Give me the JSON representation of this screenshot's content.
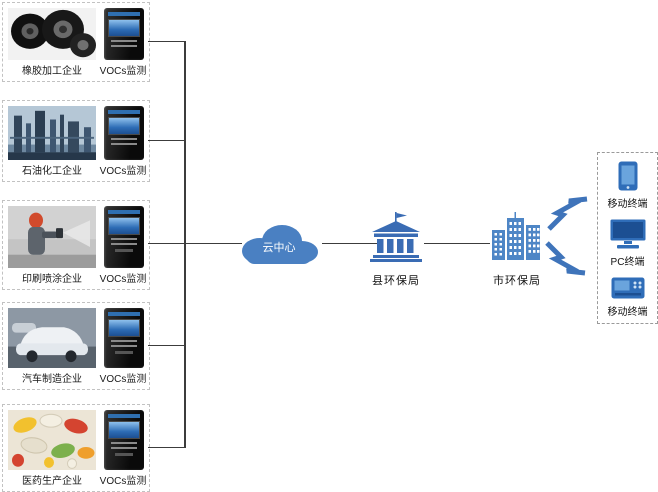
{
  "diagram": {
    "enterprises": [
      {
        "name": "橡胶加工企业",
        "monitor": "VOCs监测",
        "photo_icon": "tires-photo"
      },
      {
        "name": "石油化工企业",
        "monitor": "VOCs监测",
        "photo_icon": "petrochemical-plant-photo"
      },
      {
        "name": "印刷喷涂企业",
        "monitor": "VOCs监测",
        "photo_icon": "spray-painting-worker-photo"
      },
      {
        "name": "汽车制造企业",
        "monitor": "VOCs监测",
        "photo_icon": "car-factory-photo"
      },
      {
        "name": "医药生产企业",
        "monitor": "VOCs监测",
        "photo_icon": "pills-photo"
      }
    ],
    "cloud": {
      "label": "云中心",
      "icon": "cloud-icon"
    },
    "county_epa": {
      "label": "县环保局",
      "icon": "government-building-icon"
    },
    "city_epa": {
      "label": "市环保局",
      "icon": "city-buildings-icon"
    },
    "terminals": [
      {
        "label": "移动终端",
        "icon": "mobile-phone-icon"
      },
      {
        "label": "PC终端",
        "icon": "pc-monitor-icon"
      },
      {
        "label": "移动终端",
        "icon": "handheld-terminal-icon"
      }
    ],
    "wireless_icon": "lightning-bolt-icon",
    "colors": {
      "accent_blue": "#3f74ba",
      "icon_blue": "#2f6db8",
      "cloud_blue": "#4a80c2",
      "county_blue": "#3a6cb4",
      "city_blue": "#4e86c6",
      "line_gray": "#3c3c3c",
      "device_black": "#141414"
    }
  }
}
